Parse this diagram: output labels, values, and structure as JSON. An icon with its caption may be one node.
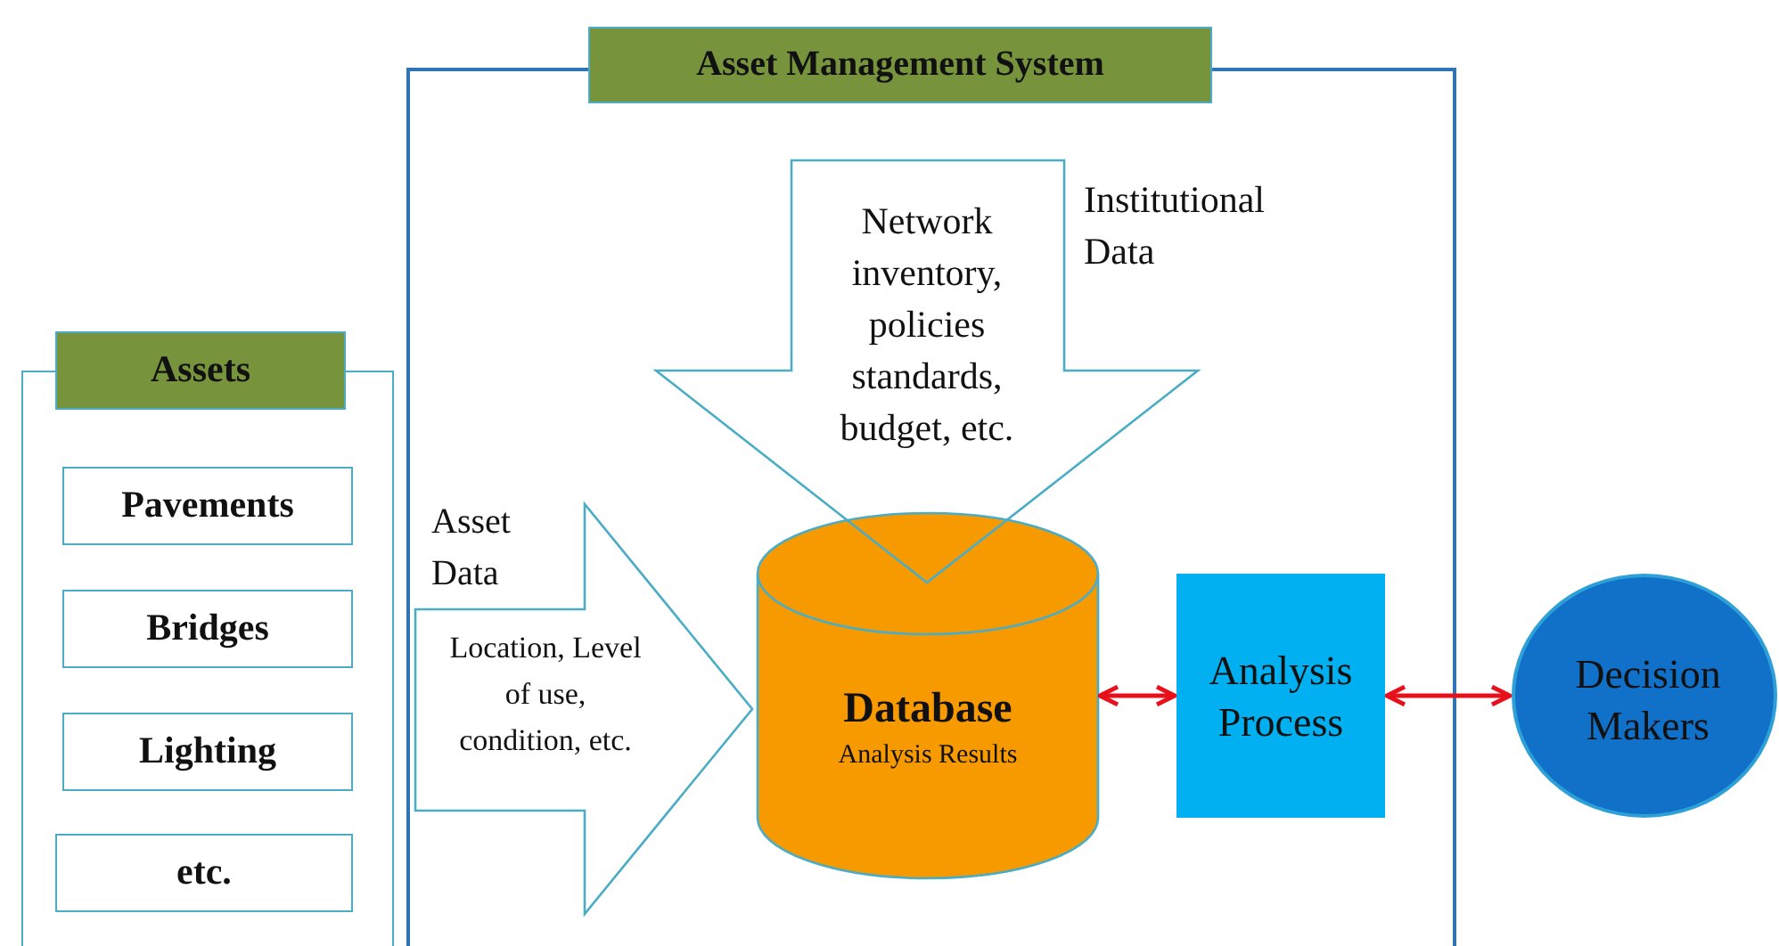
{
  "diagram": {
    "nodes": [
      {
        "text": [
          "Asset Management System"
        ]
      },
      {
        "text": [
          "Assets"
        ]
      },
      {
        "text": [
          "Pavements"
        ],
        "in": 1
      },
      {
        "text": [
          "Bridges"
        ],
        "in": 1
      },
      {
        "text": [
          "Lighting"
        ],
        "in": 1
      },
      {
        "text": [
          "etc."
        ],
        "in": 1
      },
      {
        "text": [
          "Network inventory, policies standards, budget, etc.",
          "Institutional Data"
        ],
        "in": 0
      },
      {
        "text": [
          "Asset Data",
          "Location, Level of use, condition, etc."
        ],
        "in": 0
      },
      {
        "text": [
          "Database",
          "Analysis Results"
        ],
        "in": 0
      },
      {
        "text": [
          "Analysis Process"
        ],
        "in": 0
      },
      {
        "text": [
          "Decision Makers"
        ]
      }
    ],
    "edges": [
      {
        "from": 8,
        "to": 9,
        "arrow": "both"
      },
      {
        "from": 9,
        "to": 10,
        "arrow": "both"
      }
    ]
  }
}
